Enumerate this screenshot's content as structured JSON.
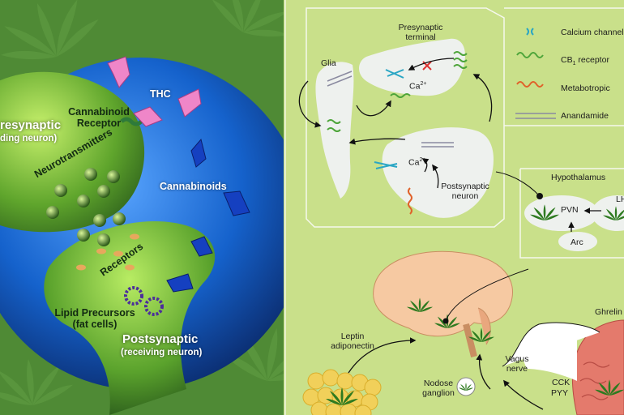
{
  "synapse": {
    "presynaptic": "resynaptic",
    "presynaptic_sub": "ding neuron)",
    "cannabinoid_receptor_line1": "Cannabinoid",
    "cannabinoid_receptor_line2": "Receptor",
    "thc": "THC",
    "neurotransmitters": "Neurotransmitters",
    "cannabinoids": "Cannabinoids",
    "receptors": "Receptors",
    "lipid_line1": "Lipid Precursors",
    "lipid_line2": "(fat cells)",
    "postsynaptic": "Postsynaptic",
    "postsynaptic_sub": "(receiving neuron)"
  },
  "diagram": {
    "presynaptic_terminal_line1": "Presynaptic",
    "presynaptic_terminal_line2": "terminal",
    "glia": "Glia",
    "ca_top": "Ca",
    "ca_top_sup": "2+",
    "ca_bottom": "Ca",
    "ca_bottom_sup": "2+",
    "postsynaptic_neuron_line1": "Postsynaptic",
    "postsynaptic_neuron_line2": "neuron",
    "hypothalamus": "Hypothalamus",
    "pvn": "PVN",
    "lh": "LH",
    "arc": "Arc",
    "ghrelin": "Ghrelin",
    "leptin_line1": "Leptin",
    "leptin_line2": "adiponectin",
    "vagus_line1": "Vagus",
    "vagus_line2": "nerve",
    "nodose_line1": "Nodose",
    "nodose_line2": "ganglion",
    "cck": "CCK",
    "pyy": "PYY"
  },
  "legend": {
    "calcium": "Calcium channel",
    "cb1_prefix": "CB",
    "cb1_sub": "1",
    "cb1_suffix": " receptor",
    "metabotropic": "Metabotropic",
    "anandamide": "Anandamide"
  },
  "colors": {
    "background": "#4f8a35",
    "sphere_blue": "#1560c8",
    "sphere_dark": "#0b2a66",
    "neuron_green": "#7fc23a",
    "panel_bg": "#c9e08a",
    "cell_grey": "#eef1ee",
    "calcium_channel": "#2aa6c4",
    "cb1_receptor": "#4ea53a",
    "metabotropic": "#e0622a",
    "anandamide": "#8a8aa0",
    "brain": "#f6c9a2",
    "fat": "#f1d05a",
    "gut": "#e47a6c"
  },
  "icons": [
    "cannabis-leaf-icon",
    "thc-molecule-icon",
    "cannabinoid-molecule-icon"
  ]
}
